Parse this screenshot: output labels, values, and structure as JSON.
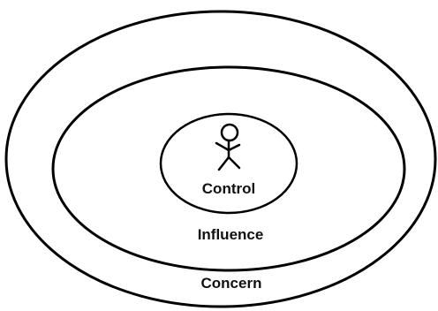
{
  "diagram": {
    "rings": {
      "concern": {
        "label": "Concern"
      },
      "influence": {
        "label": "Influence"
      },
      "control": {
        "label": "Control"
      }
    },
    "center_icon": "stick-figure-person-icon",
    "colors": {
      "stroke": "#000000",
      "text": "#111111",
      "background": "#ffffff"
    }
  }
}
